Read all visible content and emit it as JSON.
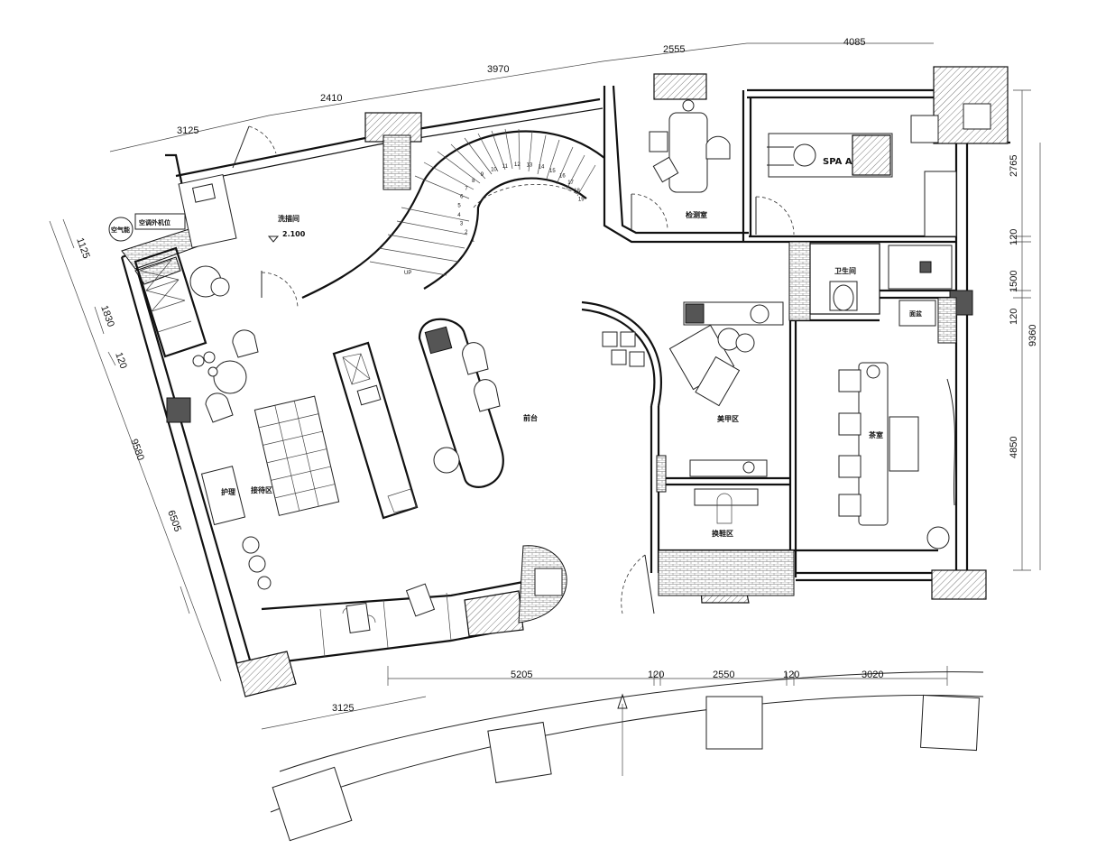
{
  "rooms": {
    "wash": "洗描间",
    "wash_level": "2.100",
    "aircon": "空气能",
    "aircon_outdoor": "空调外机位",
    "inspection": "检测室",
    "spa": "SPA  A",
    "toilet": "卫生间",
    "reception": "接待区",
    "care": "护理",
    "front_desk": "前台",
    "nail": "美甲区",
    "changing": "换鞋区",
    "tea": "茶室",
    "basin": "面盆"
  },
  "stair": {
    "up_label": "UP",
    "steps": [
      "1",
      "2",
      "3",
      "4",
      "5",
      "6",
      "7",
      "8",
      "9",
      "10",
      "11",
      "12",
      "13",
      "14",
      "15",
      "16",
      "17",
      "18",
      "19"
    ]
  },
  "dimensions": {
    "top": [
      "3125",
      "2410",
      "3970",
      "2555",
      "4085"
    ],
    "left": [
      "1125",
      "1830",
      "120",
      "9580",
      "6505"
    ],
    "right": [
      "2765",
      "120",
      "1500",
      "120",
      "9360",
      "4850"
    ],
    "bottom": [
      "5205",
      "120",
      "2550",
      "120",
      "3020"
    ],
    "bottom_left": "3125"
  }
}
